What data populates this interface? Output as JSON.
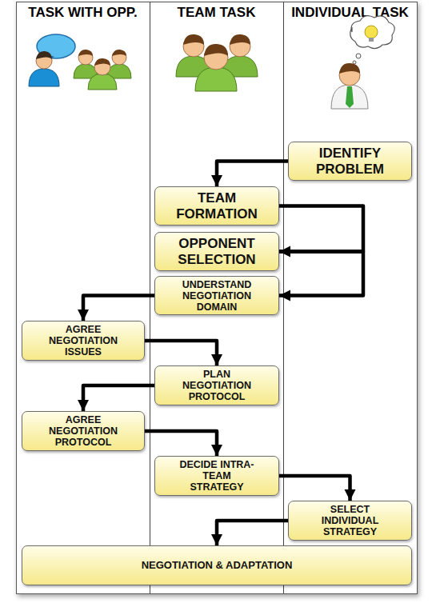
{
  "diagram": {
    "nodes": [
      {
        "text": [
          "IDENTIFY PROBLEM"
        ]
      },
      {
        "text": [
          "TEAM FORMATION"
        ]
      },
      {
        "text": [
          "OPPONENT SELECTION"
        ]
      },
      {
        "text": [
          "UNDERSTAND NEGOTIATION DOMAIN"
        ]
      },
      {
        "text": [
          "AGREE NEGOTIATION ISSUES"
        ]
      },
      {
        "text": [
          "PLAN NEGOTIATION PROTOCOL"
        ]
      },
      {
        "text": [
          "AGREE NEGOTIATION PROTOCOL"
        ]
      },
      {
        "text": [
          "DECIDE INTRA-TEAM STRATEGY"
        ]
      },
      {
        "text": [
          "SELECT INDIVIDUAL STRATEGY"
        ]
      },
      {
        "text": [
          "NEGOTIATION & ADAPTATION"
        ]
      }
    ],
    "edges": [
      {
        "from": 0,
        "to": 1,
        "arrow": "to"
      },
      {
        "from": 1,
        "to": 2,
        "arrow": "to"
      },
      {
        "from": 2,
        "to": 3,
        "arrow": "to"
      },
      {
        "from": 3,
        "to": 4,
        "arrow": "to"
      },
      {
        "from": 4,
        "to": 5,
        "arrow": "to"
      },
      {
        "from": 5,
        "to": 6,
        "arrow": "to"
      },
      {
        "from": 6,
        "to": 7,
        "arrow": "to"
      },
      {
        "from": 7,
        "to": 8,
        "arrow": "to"
      },
      {
        "from": 8,
        "to": 9,
        "arrow": "to"
      }
    ],
    "labels": [
      "TASK WITH OPP.",
      "TEAM TASK",
      "INDIVIDUAL TASK"
    ]
  }
}
